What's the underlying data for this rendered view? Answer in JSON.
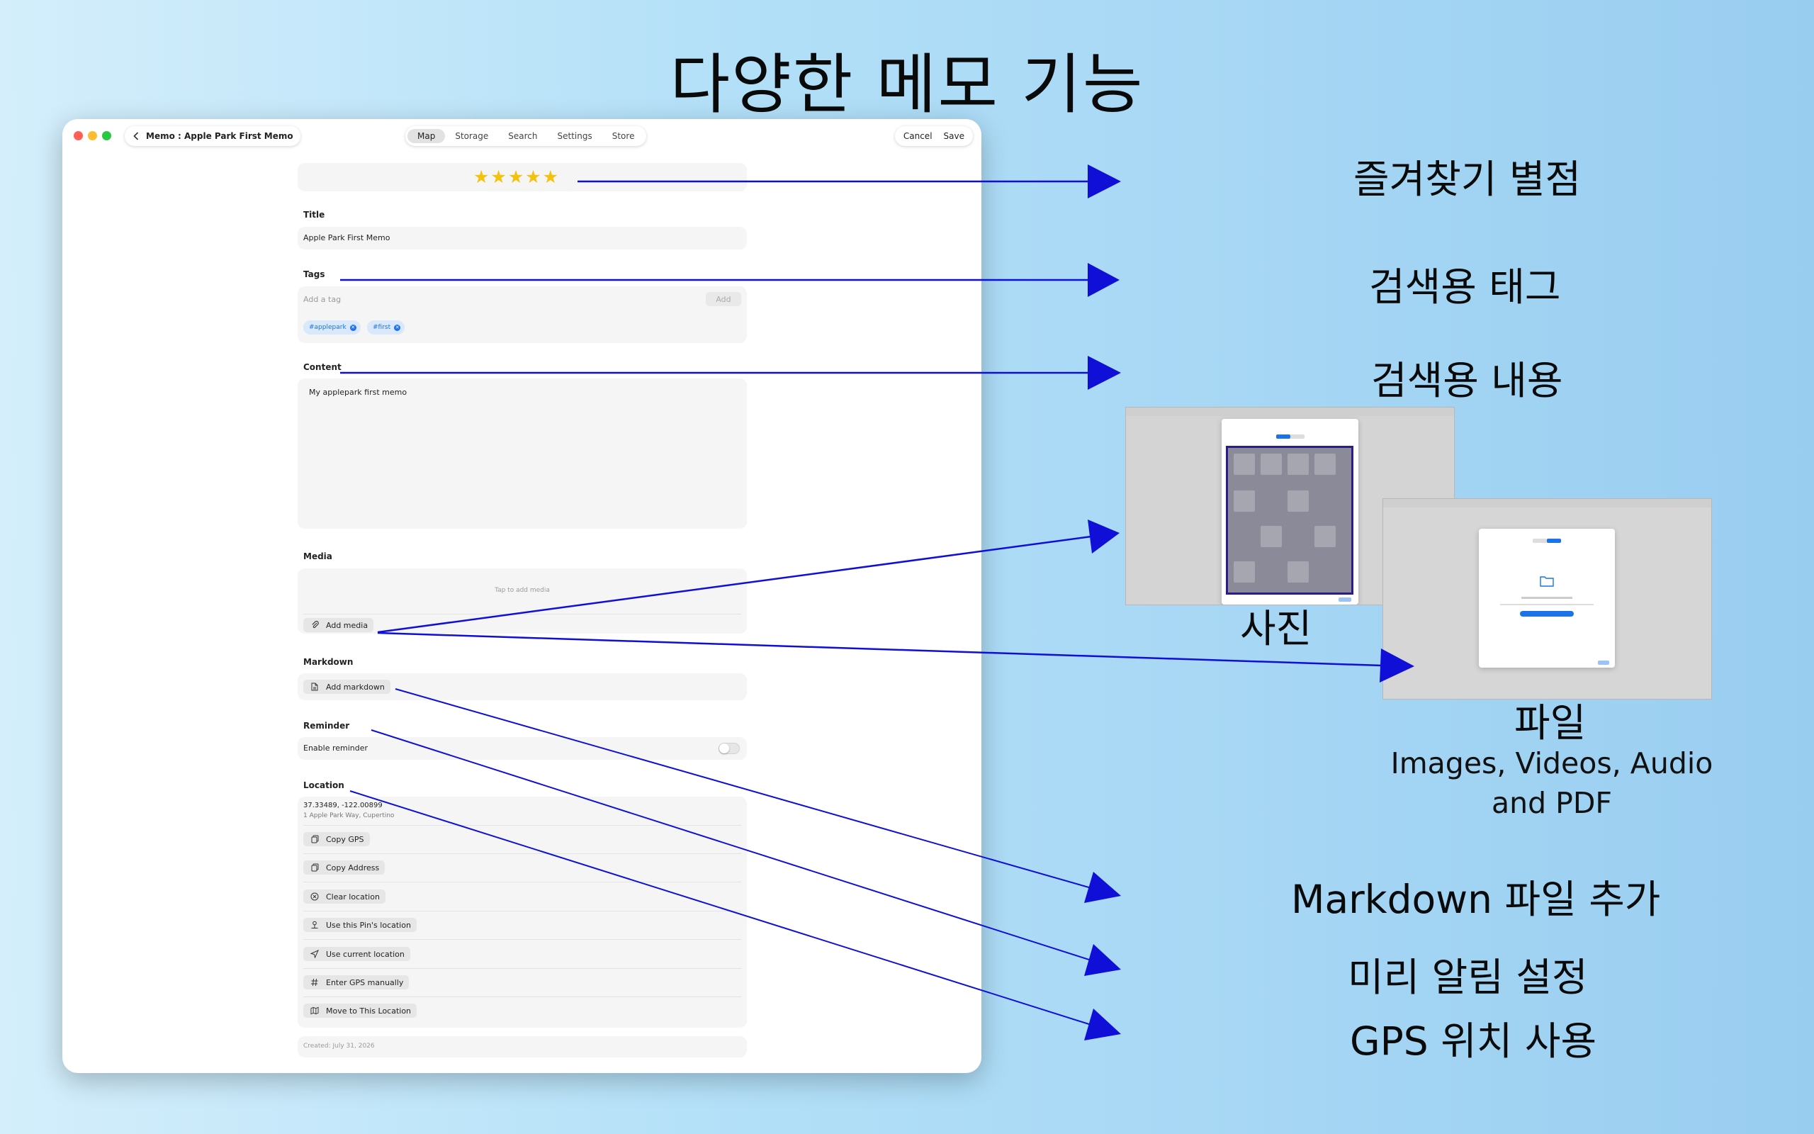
{
  "headline": "다양한 메모 기능",
  "window": {
    "back_label": "Memo : Apple Park First Memo",
    "tabs": [
      {
        "label": "Map",
        "active": true
      },
      {
        "label": "Storage",
        "active": false
      },
      {
        "label": "Search",
        "active": false
      },
      {
        "label": "Settings",
        "active": false
      },
      {
        "label": "Store",
        "active": false
      }
    ],
    "cancel_label": "Cancel",
    "save_label": "Save"
  },
  "form": {
    "rating": {
      "value": 5,
      "max": 5,
      "stars": "★★★★★",
      "color": "#f4c20d"
    },
    "title_label": "Title",
    "title_value": "Apple Park First Memo",
    "tags_label": "Tags",
    "tag_placeholder": "Add a tag",
    "tag_add_label": "Add",
    "tags": [
      "#applepark",
      "#first"
    ],
    "content_label": "Content",
    "content_value": "My applepark first memo",
    "media_label": "Media",
    "media_hint": "Tap to add media",
    "add_media_label": "Add media",
    "markdown_label": "Markdown",
    "add_markdown_label": "Add markdown",
    "reminder_label": "Reminder",
    "enable_reminder_label": "Enable reminder",
    "reminder_enabled": false,
    "location_label": "Location",
    "coords": "37.33489, -122.00899",
    "address": "1 Apple Park Way, Cupertino",
    "location_actions": [
      {
        "label": "Copy GPS",
        "icon": "copy-icon"
      },
      {
        "label": "Copy Address",
        "icon": "copy-icon"
      },
      {
        "label": "Clear location",
        "icon": "clear-circle-icon"
      },
      {
        "label": "Use this Pin's location",
        "icon": "pin-icon"
      },
      {
        "label": "Use current location",
        "icon": "location-arrow-icon"
      },
      {
        "label": "Enter GPS manually",
        "icon": "hash-icon"
      },
      {
        "label": "Move to This Location",
        "icon": "map-icon"
      }
    ],
    "created": "Created: July 31, 2026"
  },
  "annotations": {
    "favorite_rating": "즐겨찾기 별점",
    "search_tags": "검색용 태그",
    "search_content": "검색용 내용",
    "photo": "사진",
    "file": "파일",
    "file_types_line1": "Images, Videos, Audio",
    "file_types_line2": "and PDF",
    "add_markdown_file": "Markdown 파일 추가",
    "reminder_setting": "미리 알림 설정",
    "gps_location": "GPS 위치 사용"
  },
  "arrow_color": "#0f0fd8",
  "accent_color": "#1a73e8"
}
